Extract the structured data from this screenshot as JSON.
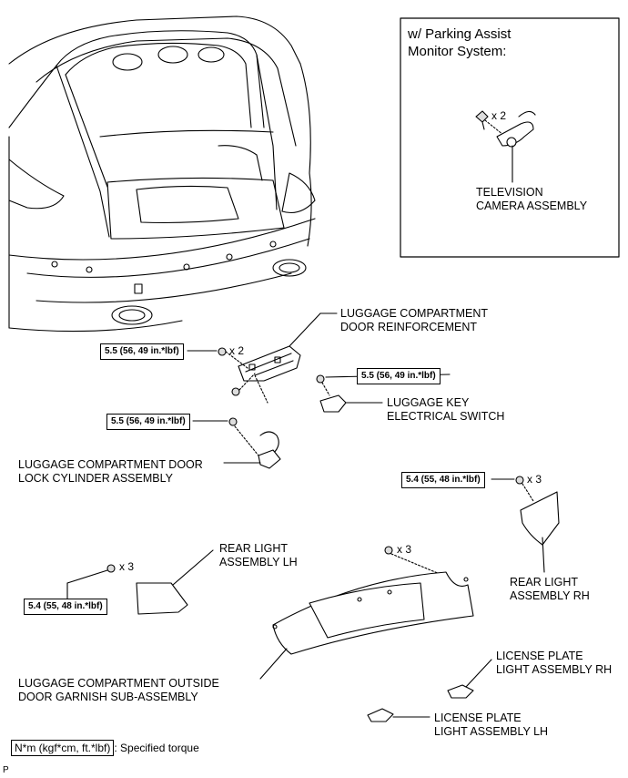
{
  "inset": {
    "title_line1": "w/ Parking Assist",
    "title_line2": "Monitor System:",
    "qty": "x 2",
    "part_line1": "TELEVISION",
    "part_line2": "CAMERA ASSEMBLY"
  },
  "parts": {
    "door_reinforcement": {
      "line1": "LUGGAGE COMPARTMENT",
      "line2": "DOOR REINFORCEMENT"
    },
    "key_switch": {
      "line1": "LUGGAGE KEY",
      "line2": "ELECTRICAL SWITCH"
    },
    "lock_cylinder": {
      "line1": "LUGGAGE COMPARTMENT DOOR",
      "line2": "LOCK CYLINDER ASSEMBLY"
    },
    "rear_light_rh": {
      "line1": "REAR LIGHT",
      "line2": "ASSEMBLY RH"
    },
    "rear_light_lh": {
      "line1": "REAR LIGHT",
      "line2": "ASSEMBLY LH"
    },
    "garnish": {
      "line1": "LUGGAGE COMPARTMENT OUTSIDE",
      "line2": "DOOR GARNISH SUB-ASSEMBLY"
    },
    "plate_light_rh": {
      "line1": "LICENSE PLATE",
      "line2": "LIGHT ASSEMBLY RH"
    },
    "plate_light_lh": {
      "line1": "LICENSE PLATE",
      "line2": "LIGHT ASSEMBLY LH"
    }
  },
  "torques": {
    "reinforcement": "5.5 (56, 49 in.*lbf)",
    "key_switch": "5.5 (56, 49 in.*lbf)",
    "lock_cylinder": "5.5 (56, 49 in.*lbf)",
    "rear_light_rh": "5.4 (55, 48 in.*lbf)",
    "rear_light_lh": "5.4 (55, 48 in.*lbf)"
  },
  "quantities": {
    "reinforcement": "x 2",
    "rear_light_rh": "x 3",
    "rear_light_lh": "x 3",
    "garnish": "x 3"
  },
  "legend": {
    "unit_box": "N*m (kgf*cm, ft.*lbf)",
    "description": ": Specified torque"
  },
  "figure_code": "P"
}
